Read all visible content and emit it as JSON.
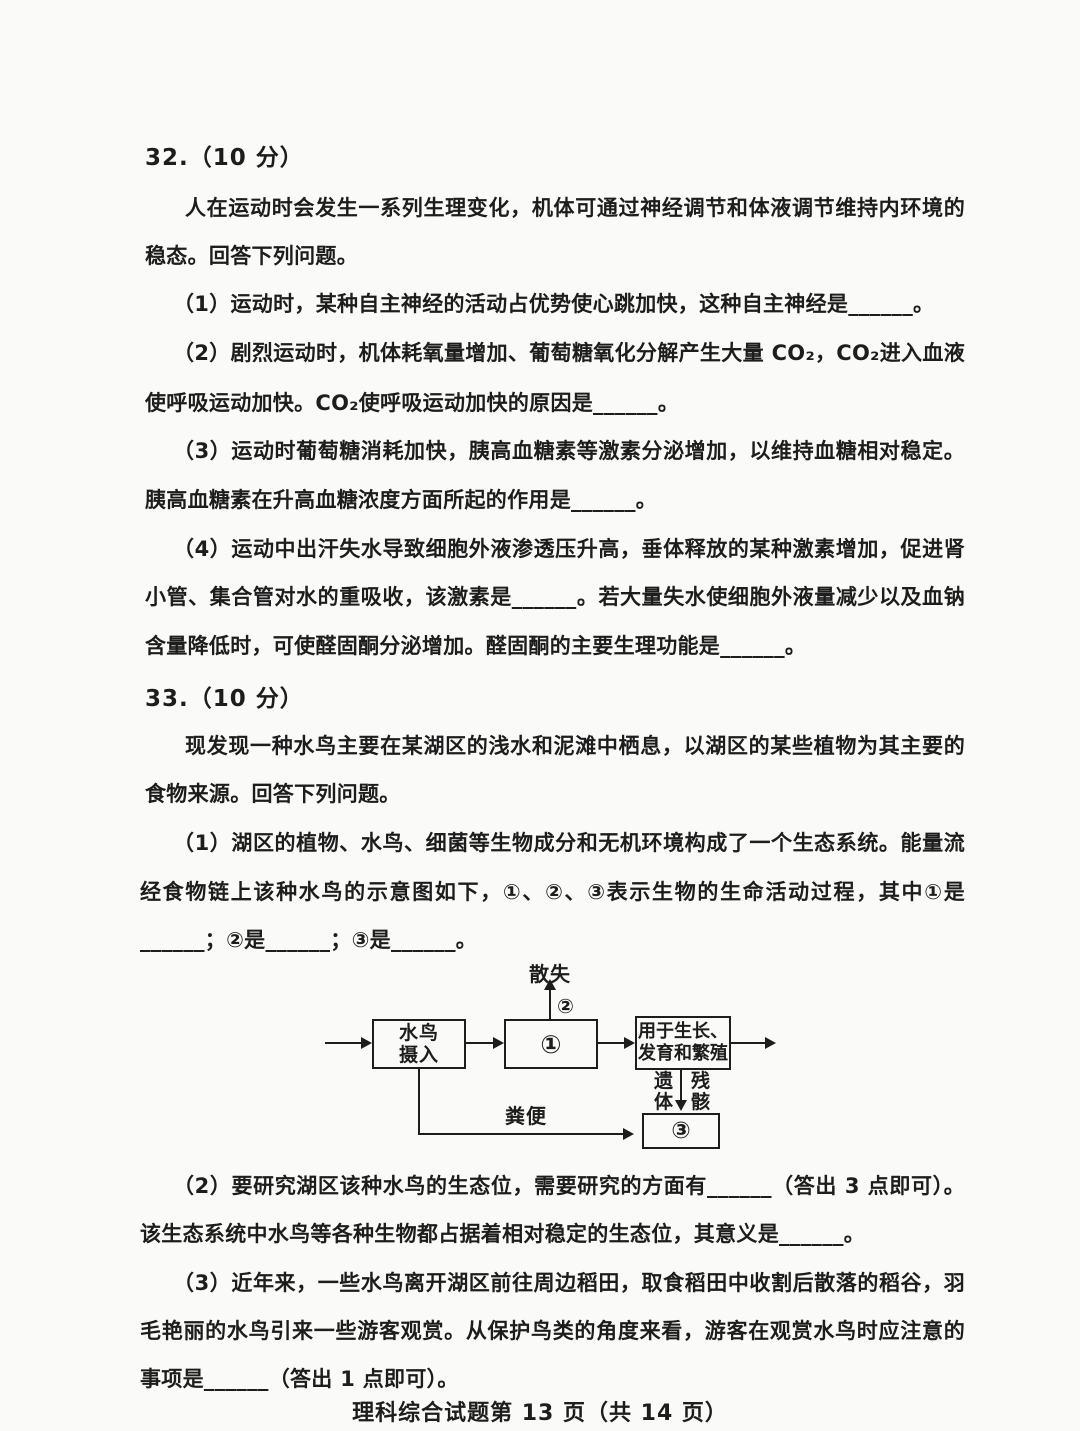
{
  "colors": {
    "ink": "#1d1d1d",
    "paper": "#fafaf8"
  },
  "questions": {
    "q32": {
      "header": "32.（10 分）",
      "lines": [
        "人在运动时会发生一系列生理变化，机体可通过神经调节和体液调节维持内环境的",
        "稳态。回答下列问题。",
        "（1）运动时，某种自主神经的活动占优势使心跳加快，这种自主神经是______。",
        "（2）剧烈运动时，机体耗氧量增加、葡萄糖氧化分解产生大量 CO₂，CO₂进入血液",
        "使呼吸运动加快。CO₂使呼吸运动加快的原因是______。",
        "（3）运动时葡萄糖消耗加快，胰高血糖素等激素分泌增加，以维持血糖相对稳定。",
        "胰高血糖素在升高血糖浓度方面所起的作用是______。",
        "（4）运动中出汗失水导致细胞外液渗透压升高，垂体释放的某种激素增加，促进肾",
        "小管、集合管对水的重吸收，该激素是______。若大量失水使细胞外液量减少以及血钠",
        "含量降低时，可使醛固酮分泌增加。醛固酮的主要生理功能是______。"
      ]
    },
    "q33": {
      "header": "33.（10 分）",
      "lines_before_diagram": [
        "现发现一种水鸟主要在某湖区的浅水和泥滩中栖息，以湖区的某些植物为其主要的",
        "食物来源。回答下列问题。",
        "（1）湖区的植物、水鸟、细菌等生物成分和无机环境构成了一个生态系统。能量流",
        "经食物链上该种水鸟的示意图如下，①、②、③表示生物的生命活动过程，其中①是",
        "______；②是______；③是______。"
      ],
      "lines_after_diagram": [
        "（2）要研究湖区该种水鸟的生态位，需要研究的方面有______（答出 3 点即可）。",
        "该生态系统中水鸟等各种生物都占据着相对稳定的生态位，其意义是______。",
        "（3）近年来，一些水鸟离开湖区前往周边稻田，取食稻田中收割后散落的稻谷，羽",
        "毛艳丽的水鸟引来一些游客观赏。从保护鸟类的角度来看，游客在观赏水鸟时应注意的",
        "事项是______（答出 1 点即可）。"
      ]
    }
  },
  "diagram": {
    "intake_line1": "水鸟",
    "intake_line2": "摄入",
    "box1_num": "①",
    "loss_label": "散失",
    "loss_num": "②",
    "growth_line1": "用于生长、",
    "growth_line2": "发育和繁殖",
    "remains_col_left": "遗体",
    "remains_col_right": "残骸",
    "feces_label": "粪便",
    "box3_num": "③"
  },
  "footer": {
    "text": "理科综合试题第 13 页（共 14 页）"
  }
}
